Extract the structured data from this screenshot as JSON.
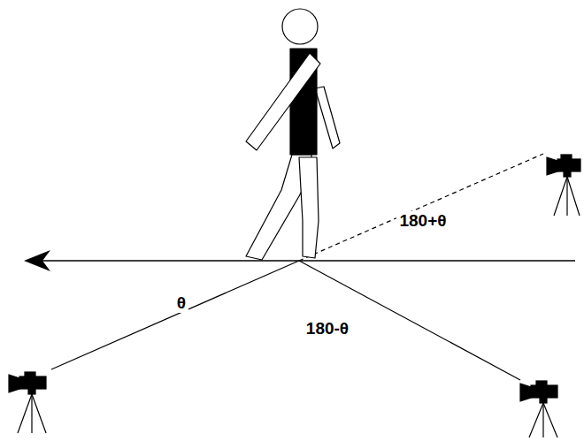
{
  "diagram": {
    "labels": [
      "θ",
      "180-θ",
      "180+θ"
    ]
  }
}
